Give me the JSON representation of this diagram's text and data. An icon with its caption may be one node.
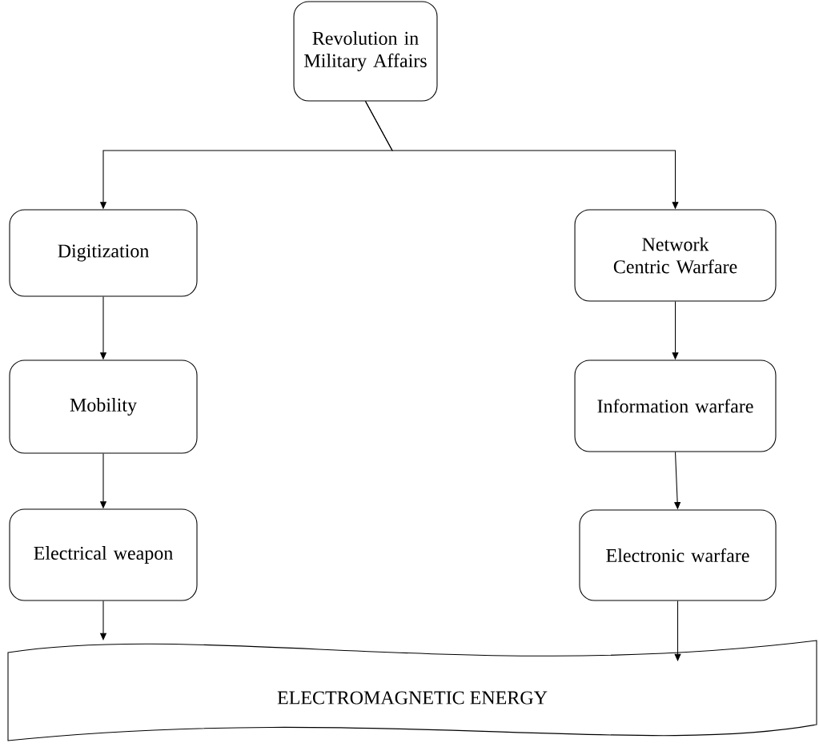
{
  "diagram": {
    "nodes": [
      {
        "text": [
          "Revolution in Military Affairs"
        ]
      },
      {
        "text": [
          "Digitization"
        ]
      },
      {
        "text": [
          "Network Centric Warfare"
        ]
      },
      {
        "text": [
          "Mobility"
        ]
      },
      {
        "text": [
          "Information warfare"
        ]
      },
      {
        "text": [
          "Electrical weapon"
        ]
      },
      {
        "text": [
          "Electronic warfare"
        ]
      },
      {
        "text": [
          "ELECTROMAGNETIC ENERGY"
        ]
      }
    ],
    "edges": [
      {
        "from": 0,
        "to": 1,
        "arrow": "to"
      },
      {
        "from": 0,
        "to": 2,
        "arrow": "to"
      },
      {
        "from": 1,
        "to": 3,
        "arrow": "to"
      },
      {
        "from": 3,
        "to": 5,
        "arrow": "to"
      },
      {
        "from": 5,
        "to": 7,
        "arrow": "to"
      },
      {
        "from": 2,
        "to": 4,
        "arrow": "to"
      },
      {
        "from": 4,
        "to": 6,
        "arrow": "to"
      },
      {
        "from": 6,
        "to": 7,
        "arrow": "to"
      }
    ]
  }
}
